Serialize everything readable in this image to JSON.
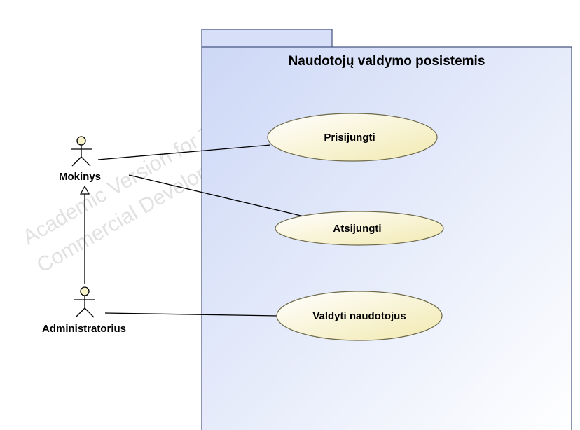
{
  "watermark": {
    "line1": "Academic Version for Teaching Only",
    "line2": "Commercial Development is strictly Prohibited"
  },
  "package": {
    "title": "Naudotojų valdymo posistemis"
  },
  "actors": {
    "mokinys": {
      "label": "Mokinys"
    },
    "administratorius": {
      "label": "Administratorius"
    }
  },
  "use_cases": {
    "prisijungti": {
      "label": "Prisijungti"
    },
    "atsijungti": {
      "label": "Atsijungti"
    },
    "valdyti": {
      "label": "Valdyti naudotojus"
    }
  },
  "colors": {
    "package_fill_top": "#cdd8f6",
    "package_fill_bottom": "#ffffff",
    "package_stroke": "#41507d",
    "usecase_fill_top": "#ffffff",
    "usecase_fill_bottom": "#f5efc0",
    "usecase_stroke": "#6e6a4a",
    "actor_fill": "#f7f2c9",
    "line": "#000000"
  }
}
